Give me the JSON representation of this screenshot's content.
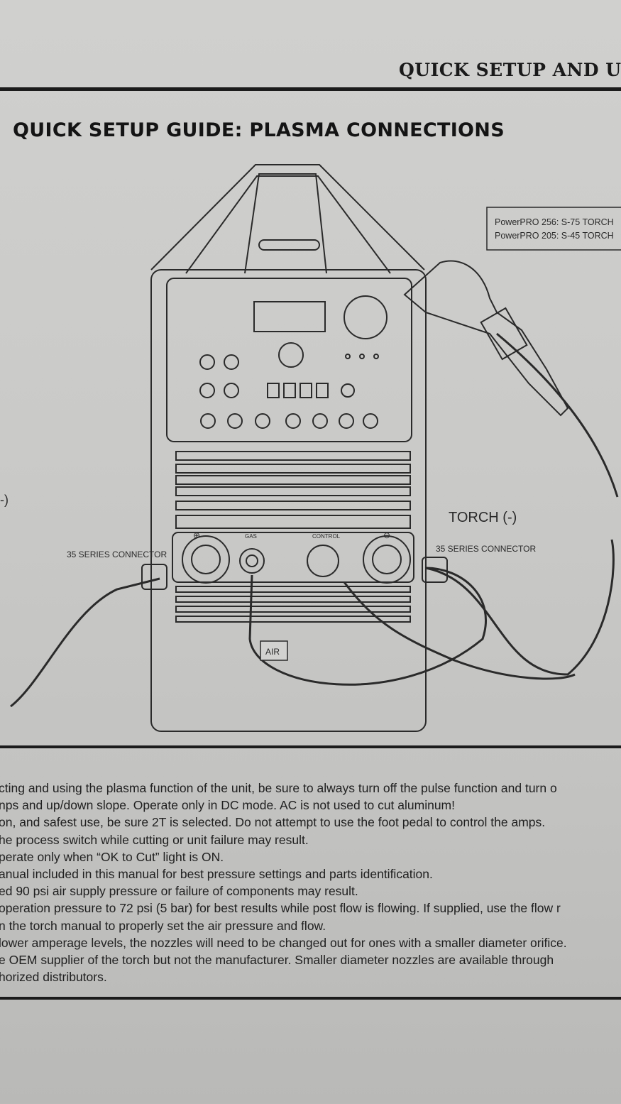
{
  "header": {
    "section_title": "QUICK SETUP AND US"
  },
  "page_title": "QUICK SETUP GUIDE: PLASMA CONNECTIONS",
  "diagram": {
    "torch_models": [
      "PowerPRO 256:  S-75 TORCH",
      "PowerPRO 205:  S-45 TORCH"
    ],
    "left_partial_label": "-)",
    "torch_label": "TORCH (-)",
    "left_connector_label": "35 SERIES CONNECTOR",
    "right_connector_label": "35 SERIES CONNECTOR",
    "panel_labels": {
      "positive": "⊕",
      "gas": "GAS",
      "control": "CONTROL",
      "negative": "⊖"
    },
    "air_label": "AIR"
  },
  "notes": [
    "cting and using the plasma function of the unit, be sure to always turn off the pulse function and turn o",
    "nps and up/down slope.  Operate only in DC mode.  AC is not used to cut aluminum!",
    "on, and safest use, be sure 2T is selected.  Do not attempt to use the foot pedal to control the amps.",
    "he process switch while cutting or unit failure may result.",
    "perate only when “OK to Cut” light is  ON.",
    "anual included in this  manual for best pressure settings and parts  identification.",
    "ed 90 psi air supply pressure or failure of components may result.",
    " operation pressure to 72 psi (5 bar) for best results while post flow is flowing.  If supplied, use the flow r",
    "n the torch manual to  properly set the air pressure and flow.",
    "lower  amperage levels, the nozzles will need to be changed out for ones with a smaller diameter orifice.",
    "e OEM supplier of the torch but not the manufacturer.  Smaller diameter nozzles are available through",
    "horized distributors."
  ]
}
